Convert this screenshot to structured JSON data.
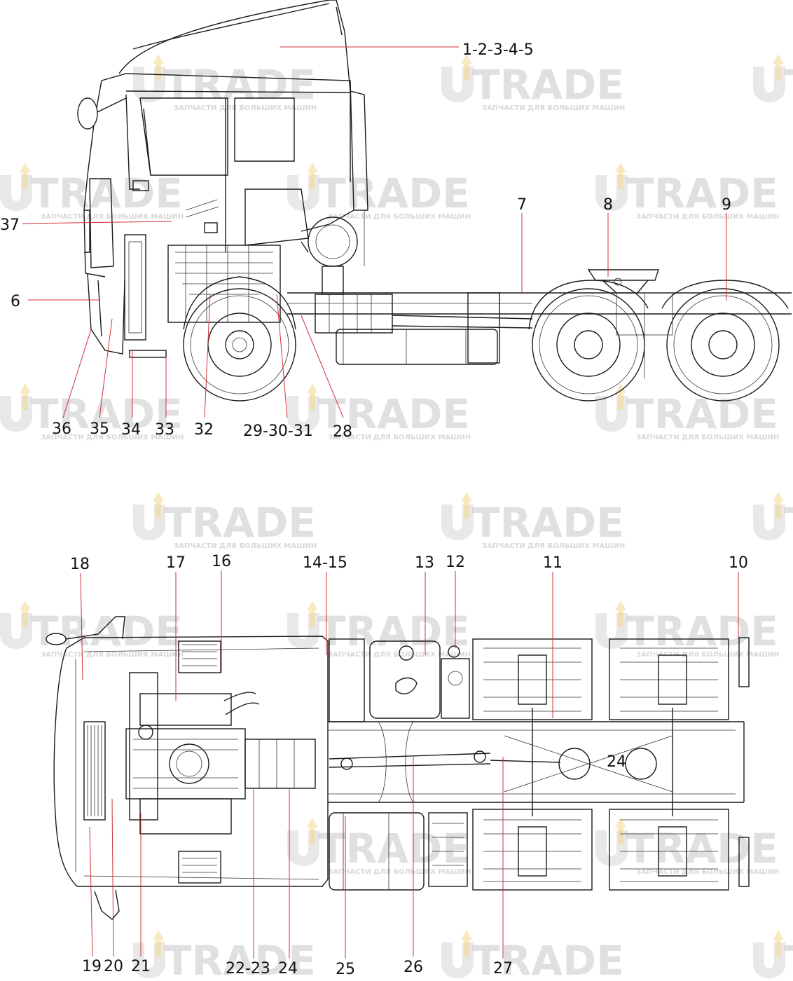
{
  "watermark": {
    "brand_left": "T",
    "brand_right": "RADE",
    "tagline": "ЗАПЧАСТИ ДЛЯ БОЛЬШИХ МАШИН"
  },
  "side_view": {
    "callouts": {
      "c1": "1-2-3-4-5",
      "c7": "7",
      "c8": "8",
      "c9": "9",
      "c37": "37",
      "c6": "6",
      "c36": "36",
      "c35": "35",
      "c34": "34",
      "c33": "33",
      "c32": "32",
      "c29": "29-30-31",
      "c28": "28"
    }
  },
  "top_view": {
    "callouts": {
      "c18": "18",
      "c17": "17",
      "c16": "16",
      "c14": "14-15",
      "c13": "13",
      "c12": "12",
      "c11": "11",
      "c10": "10",
      "c24a": "24",
      "c19": "19",
      "c20": "20",
      "c21": "21",
      "c22": "22-23",
      "c24": "24",
      "c25": "25",
      "c26": "26",
      "c27": "27"
    }
  },
  "colors": {
    "leader": "#d0303a",
    "line_art": "#1a1a1a",
    "watermark": "#c8c8c8"
  }
}
